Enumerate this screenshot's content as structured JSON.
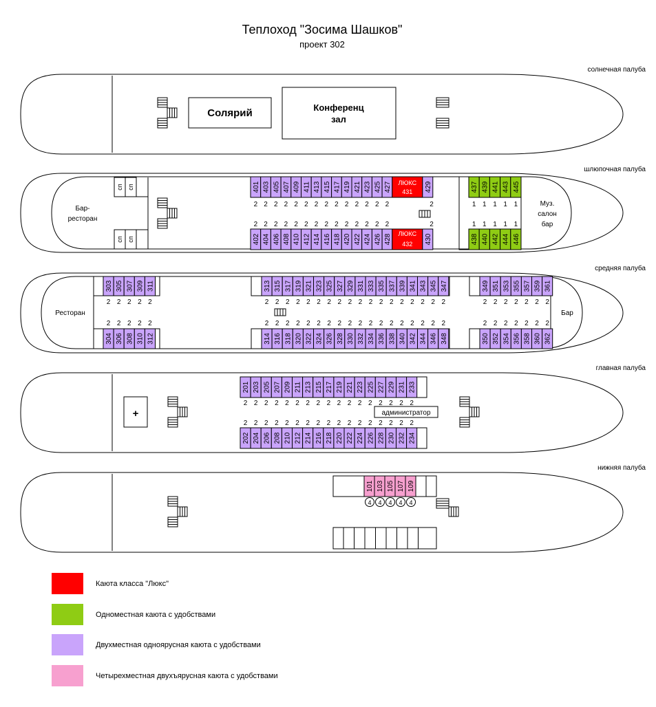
{
  "title": "Теплоход \"Зосима Шашков\"",
  "subtitle": "проект 302",
  "colors": {
    "lux": "#ff0000",
    "single": "#8fcc14",
    "double": "#c9a4fb",
    "quad": "#f7a0cf"
  },
  "decks": {
    "sun": {
      "label": "солнечная палуба",
      "solarium": "Солярий",
      "conference": [
        "Конференц",
        "зал"
      ]
    },
    "boat": {
      "label": "шлюпочная палуба",
      "restaurant": [
        "Бар-",
        "ресторан"
      ],
      "music": [
        "Муз.",
        "салон",
        "бар"
      ],
      "lifeboat_mark": "сп",
      "top_cabins": [
        "401",
        "403",
        "405",
        "407",
        "409",
        "411",
        "413",
        "415",
        "417",
        "419",
        "421",
        "423",
        "425",
        "427"
      ],
      "top_lux_label": "ЛЮКС",
      "top_lux_num": "431",
      "top_end": "429",
      "bottom_cabins": [
        "402",
        "404",
        "406",
        "408",
        "410",
        "412",
        "414",
        "416",
        "418",
        "420",
        "422",
        "424",
        "426",
        "428"
      ],
      "bottom_lux_label": "ЛЮКС",
      "bottom_lux_num": "432",
      "bottom_end": "430",
      "top_singles": [
        "437",
        "439",
        "441",
        "443",
        "445"
      ],
      "bottom_singles": [
        "438",
        "440",
        "442",
        "444",
        "446"
      ],
      "berths_double": "2",
      "berths_single": "1"
    },
    "middle": {
      "label": "средняя палуба",
      "restaurant": "Ресторан",
      "bar": "Бар",
      "top_left": [
        "303",
        "305",
        "307",
        "309",
        "311"
      ],
      "top_mid": [
        "313",
        "315",
        "317",
        "319",
        "321",
        "323",
        "325",
        "327",
        "329",
        "331",
        "333",
        "335",
        "337",
        "339",
        "341",
        "343",
        "345",
        "347"
      ],
      "top_right": [
        "349",
        "351",
        "353",
        "355",
        "357",
        "359",
        "361"
      ],
      "bottom_left": [
        "304",
        "306",
        "308",
        "310",
        "312"
      ],
      "bottom_mid": [
        "314",
        "316",
        "318",
        "320",
        "322",
        "324",
        "326",
        "328",
        "330",
        "332",
        "334",
        "336",
        "338",
        "340",
        "342",
        "344",
        "346",
        "348"
      ],
      "bottom_right": [
        "350",
        "352",
        "354",
        "356",
        "358",
        "360",
        "362"
      ],
      "berths": "2"
    },
    "main": {
      "label": "главная палуба",
      "admin": "администратор",
      "medical": "+",
      "top": [
        "201",
        "203",
        "205",
        "207",
        "209",
        "211",
        "213",
        "215",
        "217",
        "219",
        "221",
        "223",
        "225",
        "227",
        "229",
        "231",
        "233"
      ],
      "bottom": [
        "202",
        "204",
        "206",
        "208",
        "210",
        "212",
        "214",
        "216",
        "218",
        "220",
        "222",
        "224",
        "226",
        "228",
        "230",
        "232",
        "234"
      ],
      "berths": "2"
    },
    "lower": {
      "label": "нижняя палуба",
      "cabins": [
        "101",
        "103",
        "105",
        "107",
        "109"
      ],
      "berths": "4"
    }
  },
  "legend": [
    {
      "color": "#ff0000",
      "label": "Каюта класса \"Люкс\""
    },
    {
      "color": "#8fcc14",
      "label": "Одноместная каюта с удобствами"
    },
    {
      "color": "#c9a4fb",
      "label": "Двухместная одноярусная каюта с удобствами"
    },
    {
      "color": "#f7a0cf",
      "label": "Четырехместная двухъярусная каюта с удобствами"
    }
  ]
}
